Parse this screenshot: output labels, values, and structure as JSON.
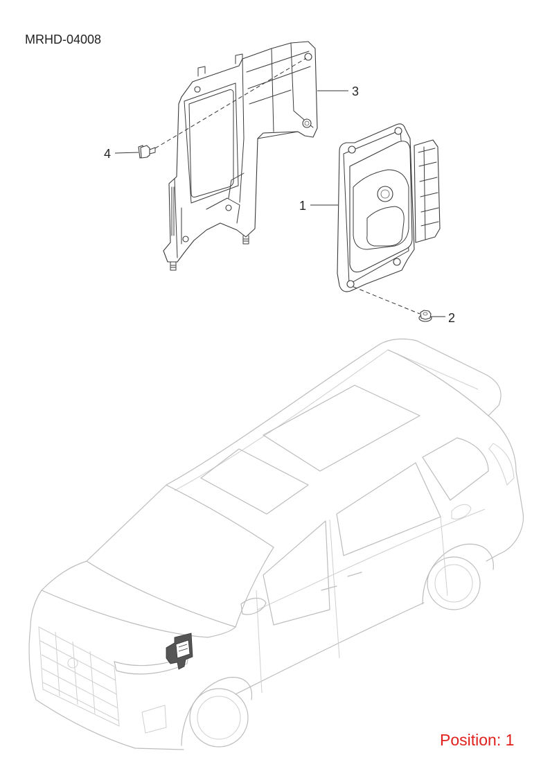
{
  "header": {
    "code": "MRHD-04008"
  },
  "callouts": [
    {
      "label": "1"
    },
    {
      "label": "2"
    },
    {
      "label": "3"
    },
    {
      "label": "4"
    }
  ],
  "footer": {
    "position_text": "Position: 1"
  },
  "colors": {
    "line": "#3a3a3a",
    "vehicle": "#bcbcbc",
    "position_text": "#e0201c"
  }
}
